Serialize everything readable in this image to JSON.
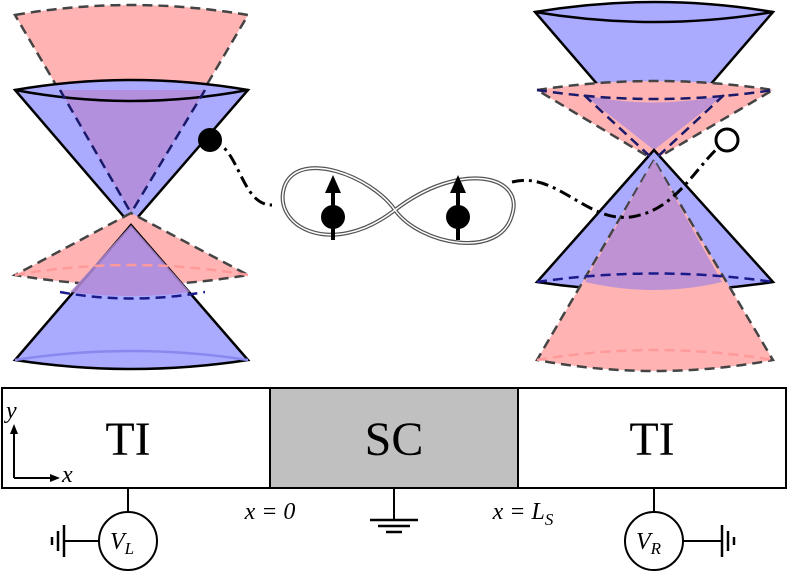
{
  "colors": {
    "blue_cone": "#aaaaff",
    "red_cone": "#ffb3b3",
    "purple_overlap": "#b48cd8",
    "sc_fill": "#c0c0c0",
    "ti_fill": "#ffffff",
    "outline": "#000000"
  },
  "regions": {
    "left": "TI",
    "middle": "SC",
    "right": "TI"
  },
  "positions": {
    "left_interface": "x = 0",
    "right_interface": "x = L",
    "right_interface_sub": "S"
  },
  "axes": {
    "y": "y",
    "x": "x"
  },
  "voltages": {
    "left": "V",
    "left_sub": "L",
    "right": "V",
    "right_sub": "R"
  },
  "icons": {
    "particle": "filled-circle-icon",
    "hole": "open-circle-icon",
    "spin_up": "up-arrow-icon",
    "ground": "ground-icon"
  }
}
